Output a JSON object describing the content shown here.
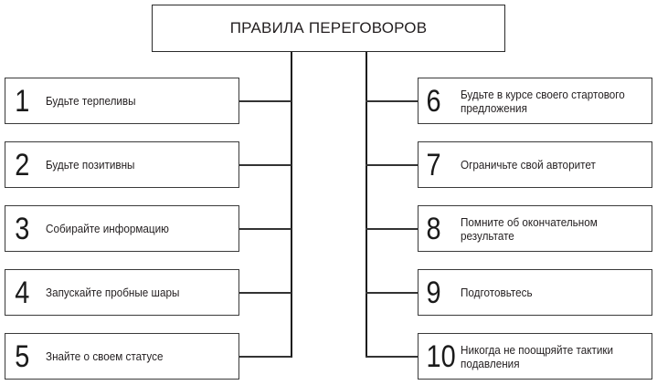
{
  "title": "ПРАВИЛА ПЕРЕГОВОРОВ",
  "left_rules": [
    {
      "number": "1",
      "text": "Будьте терпеливы"
    },
    {
      "number": "2",
      "text": "Будьте позитивны"
    },
    {
      "number": "3",
      "text": "Собирайте информацию"
    },
    {
      "number": "4",
      "text": "Запускайте пробные шары"
    },
    {
      "number": "5",
      "text": "Знайте о своем статусе"
    }
  ],
  "right_rules": [
    {
      "number": "6",
      "line1": "Будьте в курсе своего стартового",
      "line2": "предложения"
    },
    {
      "number": "7",
      "line1": "Ограничьте свой авторитет",
      "line2": ""
    },
    {
      "number": "8",
      "line1": "Помните об окончательном",
      "line2": "результате"
    },
    {
      "number": "9",
      "line1": "Подготовьтесь",
      "line2": ""
    },
    {
      "number": "10",
      "line1": "Никогда не поощряйте тактики",
      "line2": "подавления"
    }
  ]
}
